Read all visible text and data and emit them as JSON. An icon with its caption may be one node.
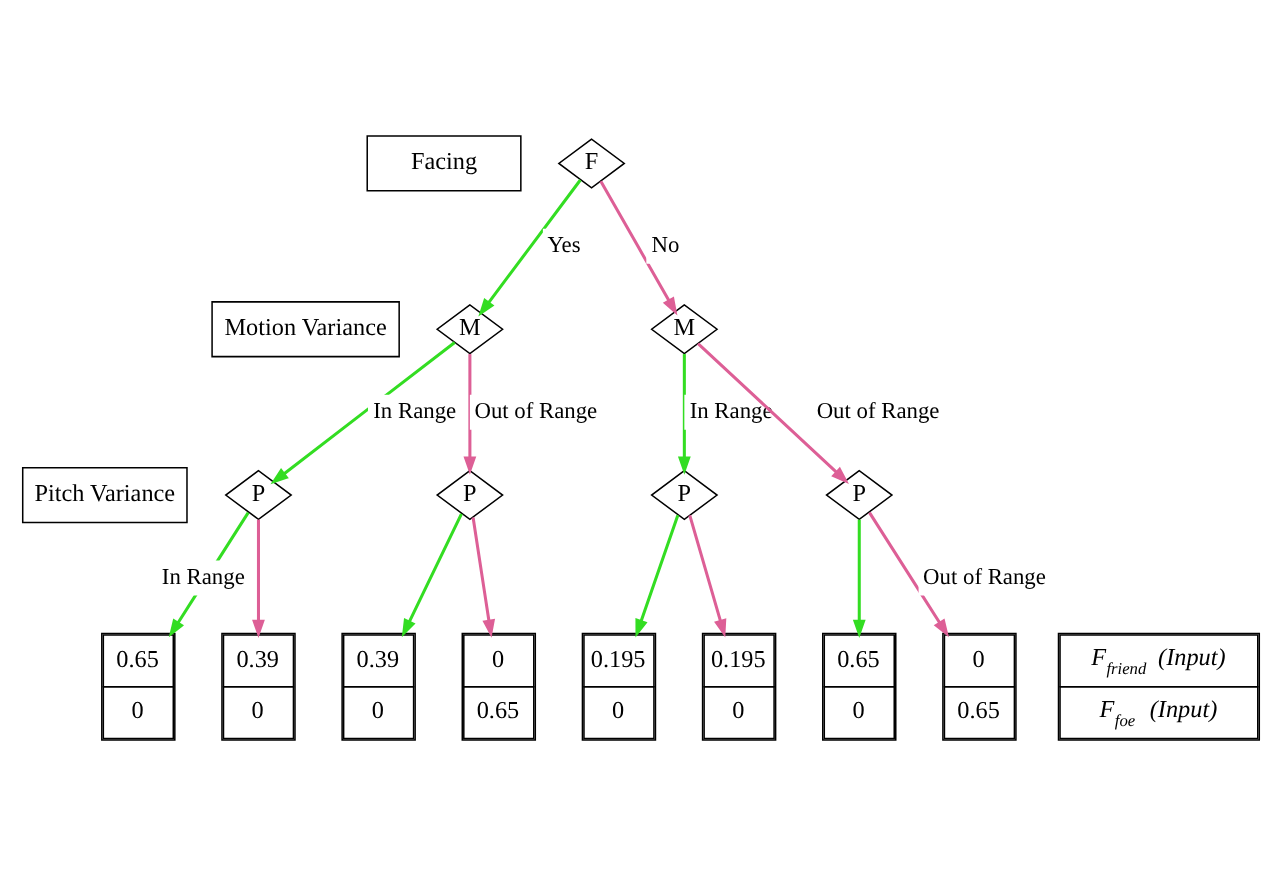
{
  "diagram": {
    "nodes": [
      {
        "text": [
          "Facing"
        ]
      },
      {
        "text": [
          "Motion Variance"
        ]
      },
      {
        "text": [
          "Pitch Variance"
        ]
      },
      {
        "text": [
          "F"
        ]
      },
      {
        "text": [
          "M"
        ]
      },
      {
        "text": [
          "M"
        ]
      },
      {
        "text": [
          "P"
        ]
      },
      {
        "text": [
          "P"
        ]
      },
      {
        "text": [
          "P"
        ]
      },
      {
        "text": [
          "P"
        ]
      },
      {
        "text": [
          "0.65",
          "0"
        ]
      },
      {
        "text": [
          "0.39",
          "0"
        ]
      },
      {
        "text": [
          "0.39",
          "0"
        ]
      },
      {
        "text": [
          "0",
          "0.65"
        ]
      },
      {
        "text": [
          "0.195",
          "0"
        ]
      },
      {
        "text": [
          "0.195",
          "0"
        ]
      },
      {
        "text": [
          "0.65",
          "0"
        ]
      },
      {
        "text": [
          "0",
          "0.65"
        ]
      },
      {
        "text": [
          "F$_{friend}$(Input)",
          "F$_{foe}$(Input)"
        ]
      }
    ],
    "edges": [
      {
        "from": 3,
        "to": 4,
        "arrow": "to",
        "label": "Yes",
        "color": "#33dd22"
      },
      {
        "from": 3,
        "to": 5,
        "arrow": "to",
        "label": "No",
        "color": "#dd5f96"
      },
      {
        "from": 4,
        "to": 6,
        "arrow": "to",
        "label": "In Range",
        "color": "#33dd22"
      },
      {
        "from": 4,
        "to": 7,
        "arrow": "to",
        "label": "Out of Range",
        "color": "#dd5f96"
      },
      {
        "from": 5,
        "to": 8,
        "arrow": "to",
        "label": "In Range",
        "color": "#33dd22"
      },
      {
        "from": 5,
        "to": 9,
        "arrow": "to",
        "label": "Out of Range",
        "color": "#dd5f96"
      },
      {
        "from": 6,
        "to": 10,
        "arrow": "to",
        "label": "In Range",
        "color": "#33dd22"
      },
      {
        "from": 6,
        "to": 11,
        "arrow": "to",
        "color": "#dd5f96"
      },
      {
        "from": 7,
        "to": 12,
        "arrow": "to",
        "color": "#33dd22"
      },
      {
        "from": 7,
        "to": 13,
        "arrow": "to",
        "color": "#dd5f96"
      },
      {
        "from": 8,
        "to": 14,
        "arrow": "to",
        "color": "#33dd22"
      },
      {
        "from": 8,
        "to": 15,
        "arrow": "to",
        "color": "#dd5f96"
      },
      {
        "from": 9,
        "to": 16,
        "arrow": "to",
        "color": "#33dd22"
      },
      {
        "from": 9,
        "to": 17,
        "arrow": "to",
        "label": "Out of Range",
        "color": "#dd5f96"
      }
    ]
  }
}
